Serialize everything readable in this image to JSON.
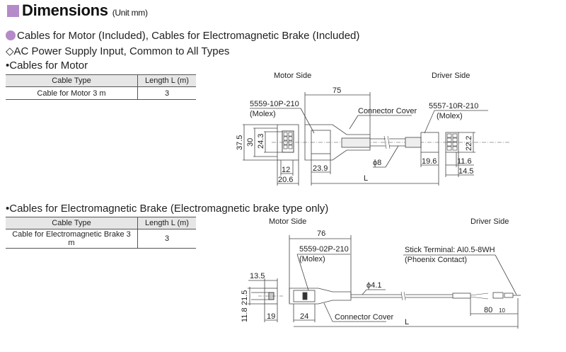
{
  "header": {
    "title": "Dimensions",
    "unit": "(Unit mm)",
    "accent_color": "#b58ac8"
  },
  "subtitle": "Cables for Motor (Included), Cables for Electromagnetic Brake (Included)",
  "subtitle2": "◇AC Power Supply Input, Common to All Types",
  "motor": {
    "heading": "•Cables for Motor",
    "table": {
      "headers": [
        "Cable Type",
        "Length L (m)"
      ],
      "rows": [
        [
          "Cable for Motor 3 m",
          "3"
        ]
      ]
    },
    "diagram": {
      "motor_side": "Motor Side",
      "driver_side": "Driver Side",
      "connector_motor": "5559-10P-210",
      "molex": "(Molex)",
      "connector_driver": "5557-10R-210",
      "connector_cover": "Connector Cover",
      "dims": {
        "d75": "75",
        "d37_5": "37.5",
        "d30": "30",
        "d24_3": "24.3",
        "d12": "12",
        "d20_6": "20.6",
        "d23_9": "23.9",
        "phi8": "ϕ8",
        "L": "L",
        "d19_6": "19.6",
        "d22_2": "22.2",
        "d11_6": "11.6",
        "d14_5": "14.5"
      }
    }
  },
  "brake": {
    "heading": "•Cables for Electromagnetic Brake (Electromagnetic brake type only)",
    "table": {
      "headers": [
        "Cable Type",
        "Length L (m)"
      ],
      "rows": [
        [
          "Cable for Electromagnetic Brake 3 m",
          "3"
        ]
      ]
    },
    "diagram": {
      "motor_side": "Motor Side",
      "driver_side": "Driver Side",
      "connector_motor": "5559-02P-210",
      "molex": "(Molex)",
      "stick_terminal": "Stick Terminal: AI0.5-8WH",
      "phoenix": "(Phoenix Contact)",
      "connector_cover": "Connector Cover",
      "dims": {
        "d76": "76",
        "d13_5": "13.5",
        "d21_5": "21.5",
        "d11_8": "11.8",
        "d19": "19",
        "d24": "24",
        "phi4_1": "ϕ4.1",
        "L": "L",
        "d80": "80",
        "d10": "10"
      }
    }
  }
}
